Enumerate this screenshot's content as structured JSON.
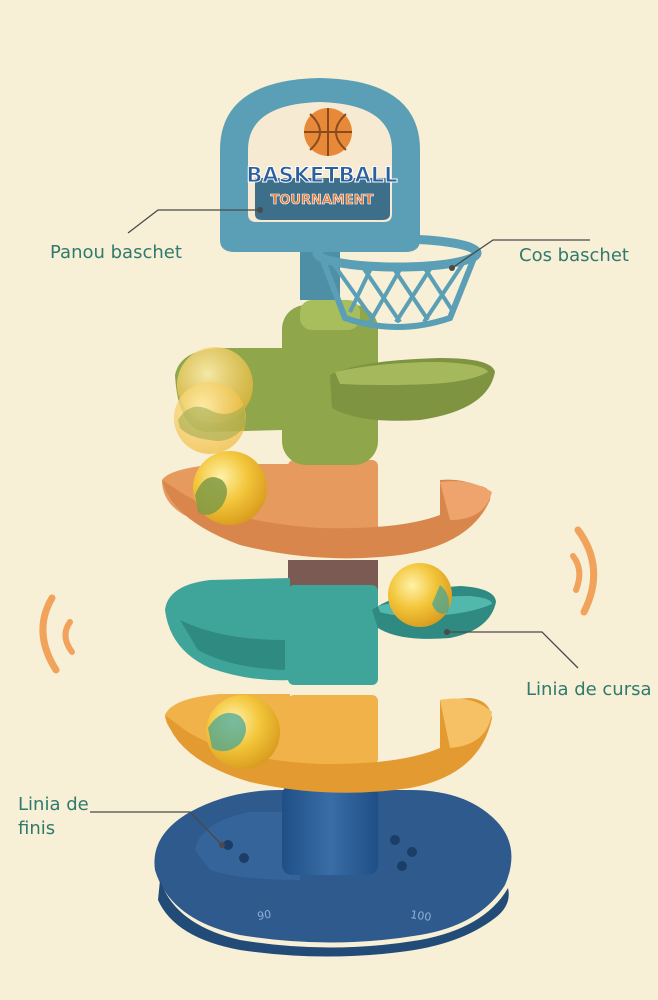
{
  "labels": {
    "backboard": "Panou baschet",
    "hoop": "Cos baschet",
    "track": "Linia de cursa",
    "finish": "Linia de finis"
  },
  "backboard_text": {
    "line1": "BASKETBALL",
    "line2": "TOURNAMENT"
  },
  "base_numbers": [
    "90",
    "100"
  ],
  "colors": {
    "background": "#f7efd6",
    "label_text": "#2f7a6d",
    "leader_line": "#4a4a4a",
    "backboard_blue": "#5a9fb5",
    "backboard_inner": "#f6ead2",
    "tier_green": "#8fa64a",
    "tier_orange": "#e79a5e",
    "tier_teal": "#3fa49a",
    "tier_yellow": "#f1b24a",
    "base_navy": "#2e5a8e",
    "ball_yellow": "#f2c63a",
    "sound_wave": "#f1a35c"
  }
}
